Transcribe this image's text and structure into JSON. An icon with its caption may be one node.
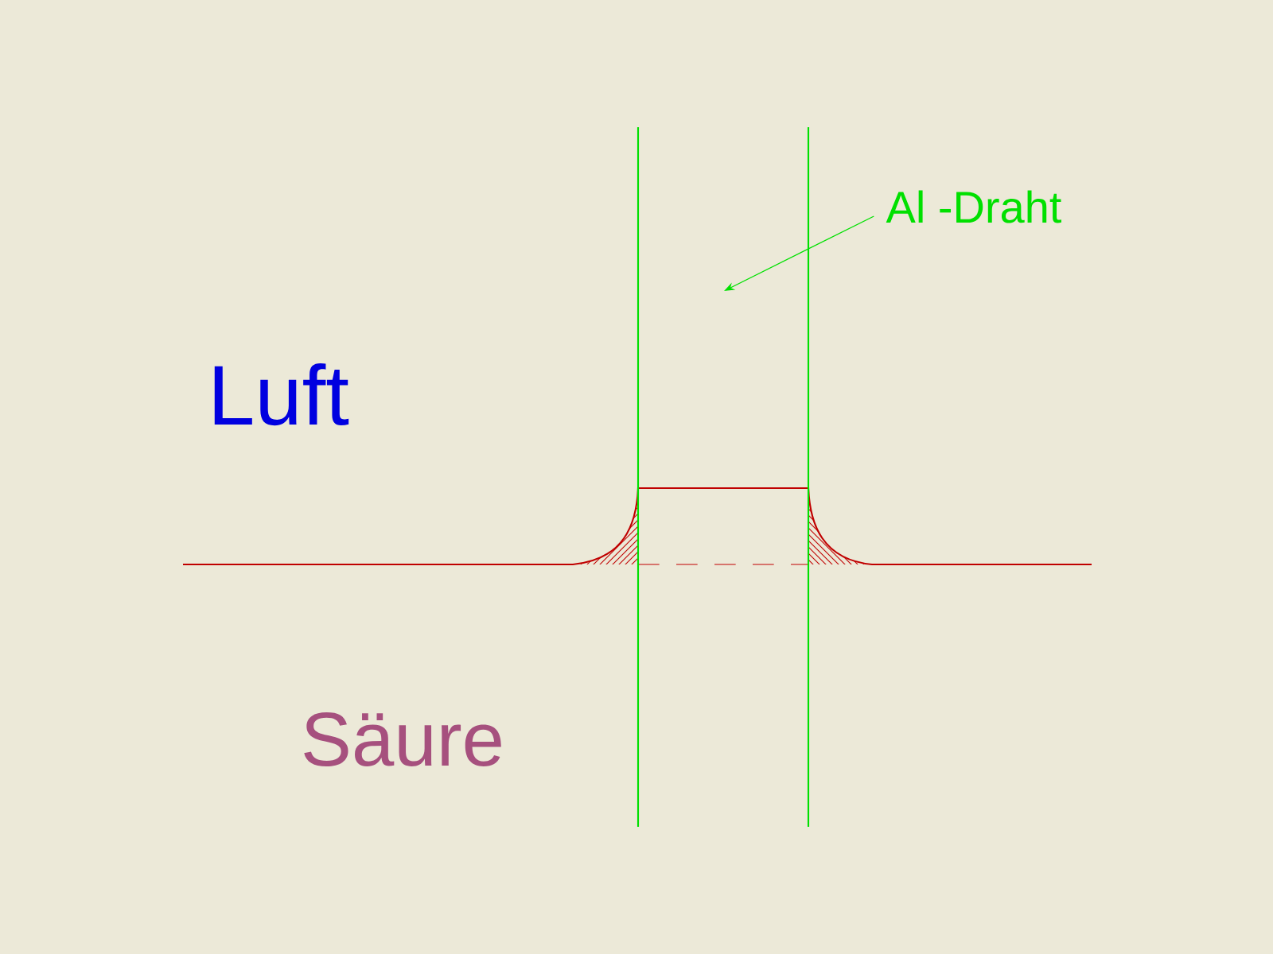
{
  "diagram": {
    "nodes": [
      {
        "text": [
          "Al -Draht"
        ]
      },
      {
        "text": [],
        "shape": "bar"
      }
    ],
    "edges": [
      {
        "from": 0,
        "to": 1,
        "arrow": "to"
      }
    ],
    "labels": [
      "Luft",
      "Säure"
    ]
  }
}
